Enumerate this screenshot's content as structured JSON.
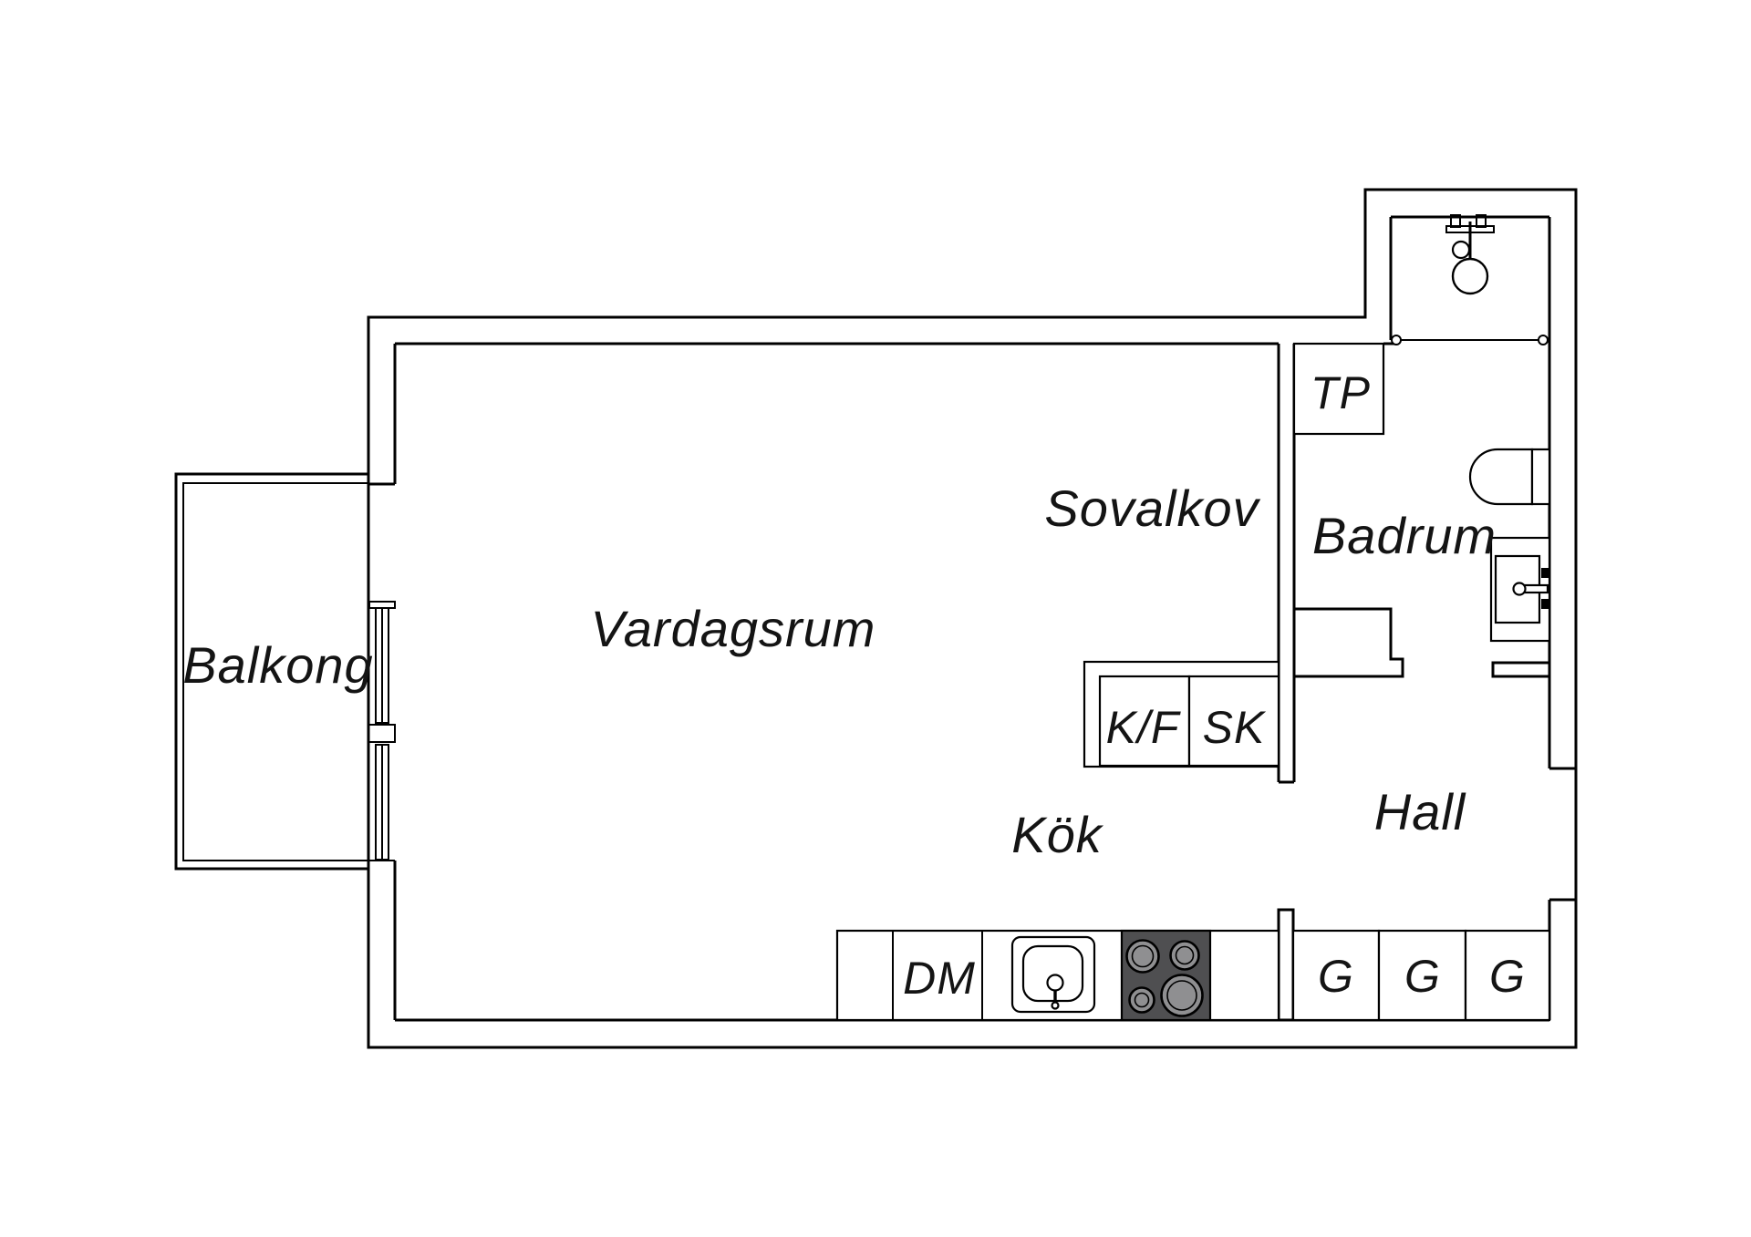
{
  "plan": {
    "rooms": {
      "balkong": {
        "label": "Balkong"
      },
      "vardagsrum": {
        "label": "Vardagsrum"
      },
      "sovalkov": {
        "label": "Sovalkov"
      },
      "badrum": {
        "label": "Badrum"
      },
      "hall": {
        "label": "Hall"
      },
      "kok": {
        "label": "Kök"
      }
    },
    "fixtures": {
      "tp": {
        "label": "TP"
      },
      "kf": {
        "label": "K/F"
      },
      "sk": {
        "label": "SK"
      },
      "dm": {
        "label": "DM"
      },
      "wardrobes": [
        {
          "label": "G"
        },
        {
          "label": "G"
        },
        {
          "label": "G"
        }
      ]
    },
    "colors": {
      "line": "#000000",
      "text": "#141414",
      "stove": "#4f4f51",
      "burner": "#8f8f91",
      "background": "#ffffff"
    }
  }
}
